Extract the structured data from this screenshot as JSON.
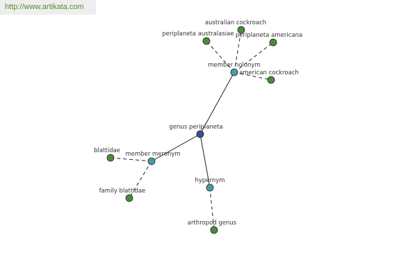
{
  "banner": {
    "url_text": "http://www.artikata.com"
  },
  "colors": {
    "center_node": "#3f4c8c",
    "relation_node": "#4a9aa2",
    "leaf_node": "#4b8a3c",
    "node_stroke": "#1e2e1e",
    "edge": "#1f1f1f"
  },
  "graph": {
    "nodes": [
      {
        "id": "genus-periplaneta",
        "label": "genus periplaneta",
        "kind": "center"
      },
      {
        "id": "member-holonym",
        "label": "member holonym",
        "kind": "relation"
      },
      {
        "id": "member-meronym",
        "label": "member meronym",
        "kind": "relation"
      },
      {
        "id": "hypernym",
        "label": "hypernym",
        "kind": "relation"
      },
      {
        "id": "australian-cockroach",
        "label": "australian cockroach",
        "kind": "leaf"
      },
      {
        "id": "periplaneta-australasiae",
        "label": "periplaneta australasiae",
        "kind": "leaf"
      },
      {
        "id": "periplaneta-americana",
        "label": "periplaneta americana",
        "kind": "leaf"
      },
      {
        "id": "american-cockroach",
        "label": "american cockroach",
        "kind": "leaf"
      },
      {
        "id": "blattidae",
        "label": "blattidae",
        "kind": "leaf"
      },
      {
        "id": "family-blattidae",
        "label": "family blattidae",
        "kind": "leaf"
      },
      {
        "id": "arthropod-genus",
        "label": "arthropod genus",
        "kind": "leaf"
      }
    ],
    "edges": [
      {
        "from": "genus-periplaneta",
        "to": "member-holonym",
        "style": "solid"
      },
      {
        "from": "genus-periplaneta",
        "to": "member-meronym",
        "style": "solid"
      },
      {
        "from": "genus-periplaneta",
        "to": "hypernym",
        "style": "solid"
      },
      {
        "from": "member-holonym",
        "to": "australian-cockroach",
        "style": "dashed"
      },
      {
        "from": "member-holonym",
        "to": "periplaneta-australasiae",
        "style": "dashed"
      },
      {
        "from": "member-holonym",
        "to": "periplaneta-americana",
        "style": "dashed"
      },
      {
        "from": "member-holonym",
        "to": "american-cockroach",
        "style": "dashed"
      },
      {
        "from": "member-meronym",
        "to": "blattidae",
        "style": "dashed"
      },
      {
        "from": "member-meronym",
        "to": "family-blattidae",
        "style": "dashed"
      },
      {
        "from": "hypernym",
        "to": "arthropod-genus",
        "style": "dashed"
      }
    ]
  }
}
